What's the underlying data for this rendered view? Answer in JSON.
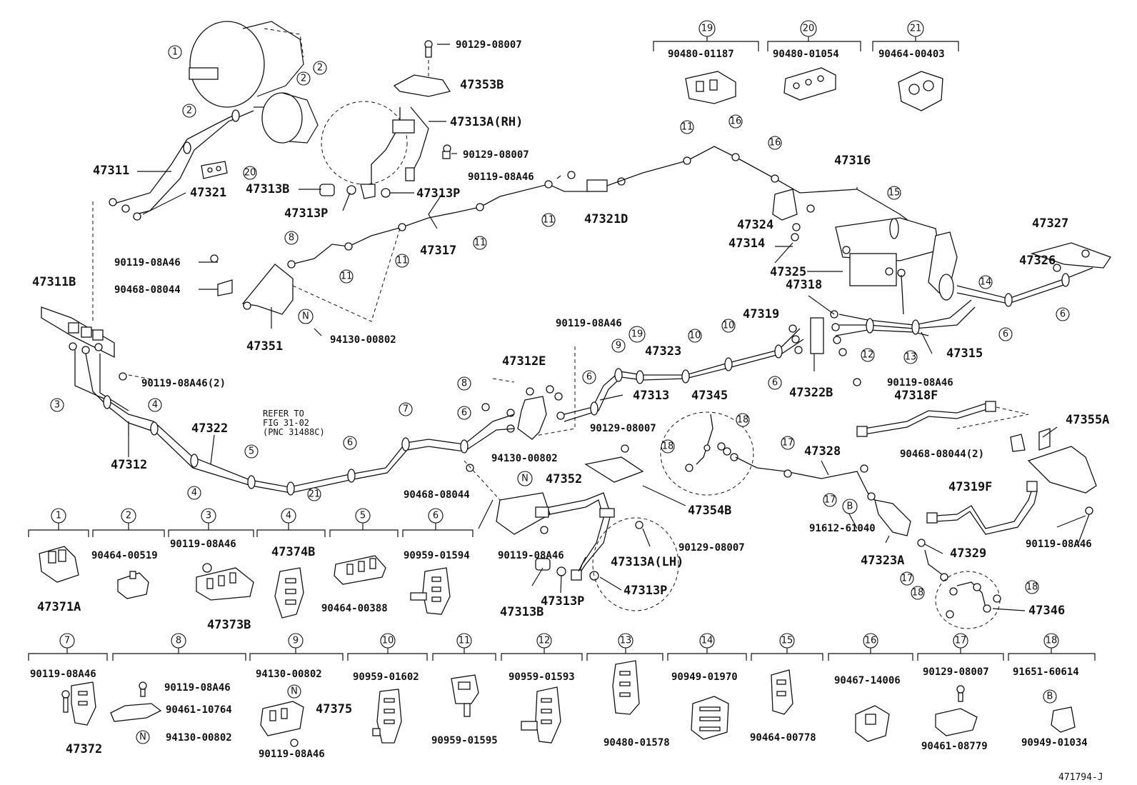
{
  "figure_id": "471794-J",
  "main_labels": {
    "p47311": "47311",
    "p47321": "47321",
    "p47313B_top": "47313B",
    "p47313P_top1": "47313P",
    "p47313P_top2": "47313P",
    "p47313A_RH": "47313A(RH)",
    "p47353B": "47353B",
    "b90129_a": "90129-08007",
    "b90129_b": "90129-08007",
    "b90119_a": "90119-08A46",
    "p47321D": "47321D",
    "p47317": "47317",
    "p47316": "47316",
    "p47324": "47324",
    "p47314": "47314",
    "p47325": "47325",
    "p47327": "47327",
    "p47326": "47326",
    "p47318": "47318",
    "p47319": "47319",
    "p47315": "47315",
    "p47322B": "47322B",
    "b90119_b": "90119-08A46",
    "p47311B": "47311B",
    "b90119_c": "90119-08A46",
    "b90468_a": "90468-08044",
    "p47351": "47351",
    "n94130_a": "94130-00802",
    "b90119_d": "90119-08A46(2)",
    "b90119_e": "90119-08A46",
    "p47323": "47323",
    "p47312E": "47312E",
    "p47313": "47313",
    "p47345": "47345",
    "p47318F": "47318F",
    "p47355A": "47355A",
    "b90468_b": "90468-08044(2)",
    "p47322": "47322",
    "p47312": "47312",
    "refer1": "REFER TO",
    "refer2": "FIG 31-02",
    "refer3": "(PNC 31488C)",
    "b90129_c": "90129-08007",
    "n94130_b": "94130-00802",
    "p47352": "47352",
    "b90468_c": "90468-08044",
    "p47354B": "47354B",
    "p47328": "47328",
    "p47319F": "47319F",
    "b90119_f": "90119-08A46",
    "b90129_d": "90129-08007",
    "p47313A_LH": "47313A(LH)",
    "p47313B_bot": "47313B",
    "p47313P_bot1": "47313P",
    "p47313P_bot2": "47313P",
    "b91612": "91612-61040",
    "p47323A": "47323A",
    "p47329": "47329",
    "p47346": "47346",
    "b90119_g": "90119-08A46"
  },
  "top_legend": [
    {
      "num": "19",
      "part": "90480-01187"
    },
    {
      "num": "20",
      "part": "90480-01054"
    },
    {
      "num": "21",
      "part": "90464-00403"
    }
  ],
  "legend_row1": [
    {
      "num": "1",
      "parts": [
        "47371A"
      ]
    },
    {
      "num": "2",
      "parts": [
        "90464-00519"
      ]
    },
    {
      "num": "3",
      "parts": [
        "90119-08A46",
        "47373B"
      ]
    },
    {
      "num": "4",
      "parts": [
        "47374B"
      ]
    },
    {
      "num": "5",
      "parts": [
        "90464-00388"
      ]
    },
    {
      "num": "6",
      "parts": [
        "90959-01594"
      ]
    }
  ],
  "legend_row2": [
    {
      "num": "7",
      "parts": [
        "90119-08A46",
        "47372"
      ]
    },
    {
      "num": "8",
      "parts": [
        "90119-08A46",
        "90461-10764",
        "94130-00802"
      ]
    },
    {
      "num": "9",
      "parts": [
        "94130-00802",
        "47375",
        "90119-08A46"
      ]
    },
    {
      "num": "10",
      "parts": [
        "90959-01602"
      ]
    },
    {
      "num": "11",
      "parts": [
        "90959-01595"
      ]
    },
    {
      "num": "12",
      "parts": [
        "90959-01593"
      ]
    },
    {
      "num": "13",
      "parts": [
        "90480-01578"
      ]
    },
    {
      "num": "14",
      "parts": [
        "90949-01970"
      ]
    },
    {
      "num": "15",
      "parts": [
        "90464-00778"
      ]
    },
    {
      "num": "16",
      "parts": [
        "90467-14006"
      ]
    },
    {
      "num": "17",
      "parts": [
        "90129-08007",
        "90461-08779"
      ]
    },
    {
      "num": "18",
      "parts": [
        "91651-60614",
        "90949-01034"
      ]
    }
  ],
  "symbols": {
    "N": "N",
    "B": "B"
  }
}
